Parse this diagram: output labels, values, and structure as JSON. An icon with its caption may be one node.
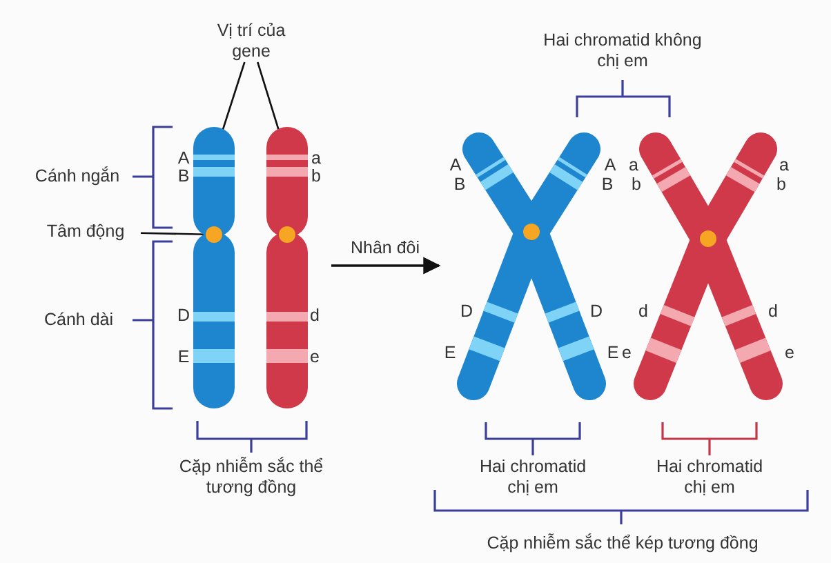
{
  "diagram": {
    "nodes": [
      {
        "text": [
          "Vị trí của gene"
        ]
      },
      {
        "text": [],
        "shape": "picture"
      },
      {
        "text": [],
        "shape": "bar",
        "in": 1
      },
      {
        "text": [],
        "shape": "bar",
        "in": 1
      },
      {
        "text": [
          "Tâm động"
        ]
      },
      {
        "text": [],
        "shape": "circle",
        "in": 1
      },
      {
        "text": [],
        "shape": "picture"
      },
      {
        "text": [],
        "shape": "circle",
        "in": 1
      }
    ],
    "edges": [
      {
        "from": 0,
        "to": 2,
        "arrow": "none"
      },
      {
        "from": 0,
        "to": 3,
        "arrow": "none"
      },
      {
        "from": 4,
        "to": 5,
        "arrow": "none"
      },
      {
        "from": 1,
        "to": 6,
        "arrow": "to",
        "label": "Nhân đôi"
      }
    ],
    "labels": [
      "Hai chromatid không chị em",
      "Cánh ngắn",
      "A",
      "B",
      "a",
      "b",
      "A",
      "B",
      "A",
      "B",
      "a",
      "b",
      "a",
      "b",
      "Cánh dài",
      "D",
      "E",
      "d",
      "e",
      "D",
      "D",
      "d",
      "d",
      "E",
      "E",
      "e",
      "e",
      "Cặp nhiễm sắc thể tương đồng",
      "Hai chromatid chị em",
      "Hai chromatid chị em",
      "Cặp nhiễm sắc thể kép tương đồng"
    ]
  }
}
